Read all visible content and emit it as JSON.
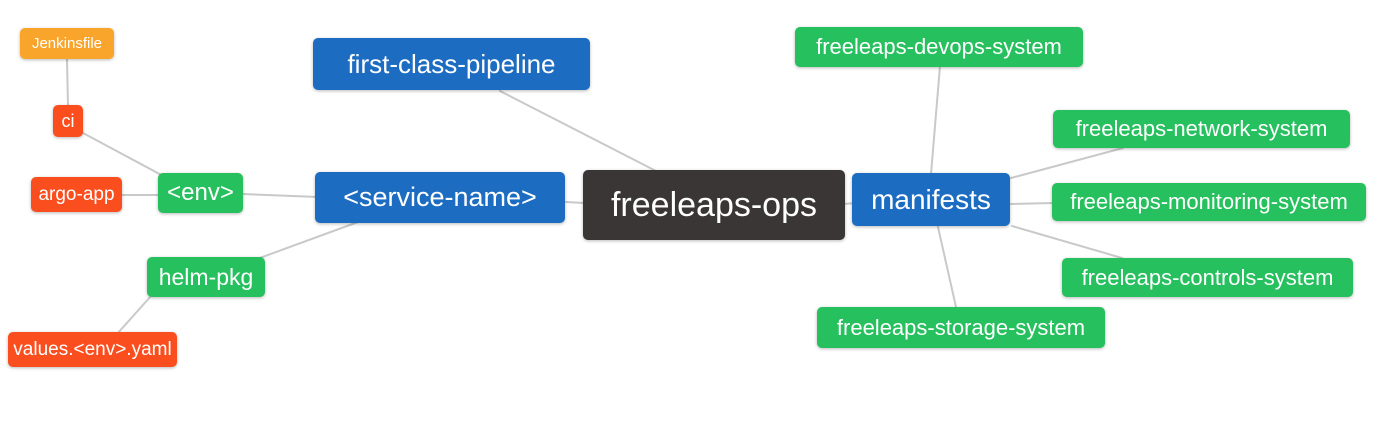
{
  "diagram": {
    "type": "mindmap",
    "background": "#ffffff",
    "colors": {
      "root_node": "#3b3636",
      "branch_node_blue": "#1c6cc2",
      "leaf_green": "#26c05e",
      "leaf_red": "#fa4e1f",
      "leaf_amber": "#f9a42a",
      "edge": "#c9c9c9",
      "node_text": "#ffffff"
    },
    "nodes": {
      "root": {
        "label": "freeleaps-ops"
      },
      "pipeline": {
        "label": "first-class-pipeline"
      },
      "service": {
        "label": "<service-name>"
      },
      "manifests": {
        "label": "manifests"
      },
      "env": {
        "label": "<env>"
      },
      "helm_pkg": {
        "label": "helm-pkg"
      },
      "ci": {
        "label": "ci"
      },
      "argo_app": {
        "label": "argo-app"
      },
      "jenkinsfile": {
        "label": "Jenkinsfile"
      },
      "values_yaml": {
        "label": "values.<env>.yaml"
      },
      "devops_system": {
        "label": "freeleaps-devops-system"
      },
      "network_system": {
        "label": "freeleaps-network-system"
      },
      "monitoring_system": {
        "label": "freeleaps-monitoring-system"
      },
      "controls_system": {
        "label": "freeleaps-controls-system"
      },
      "storage_system": {
        "label": "freeleaps-storage-system"
      }
    },
    "edges": [
      [
        "jenkinsfile",
        "ci"
      ],
      [
        "ci",
        "env"
      ],
      [
        "argo_app",
        "env"
      ],
      [
        "env",
        "service"
      ],
      [
        "service",
        "helm_pkg"
      ],
      [
        "helm_pkg",
        "values_yaml"
      ],
      [
        "pipeline",
        "root"
      ],
      [
        "service",
        "root"
      ],
      [
        "root",
        "manifests"
      ],
      [
        "manifests",
        "devops_system"
      ],
      [
        "manifests",
        "network_system"
      ],
      [
        "manifests",
        "monitoring_system"
      ],
      [
        "manifests",
        "controls_system"
      ],
      [
        "manifests",
        "storage_system"
      ]
    ]
  }
}
